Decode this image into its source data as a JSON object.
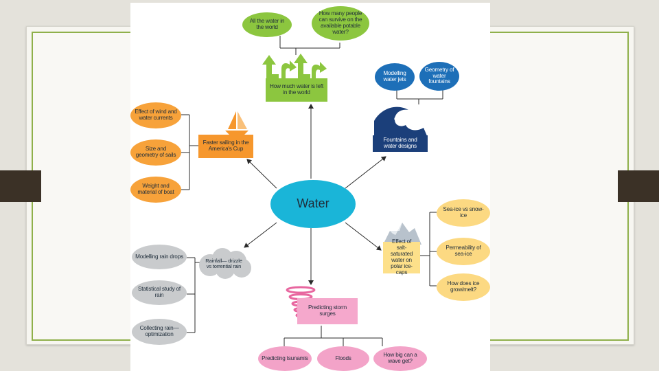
{
  "diagram": {
    "center": "Water",
    "top": {
      "box": "How much water is left in the world",
      "children": [
        "All the water in the world",
        "How many people can survive on the available potable water?"
      ]
    },
    "top_right": {
      "box": "Fountains and water designs",
      "children": [
        "Modelling water jets",
        "Geometry of water fountains"
      ]
    },
    "left": {
      "box": "Faster sailing in the America's Cup",
      "children": [
        "Effect of wind and water currents",
        "Size and geometry of sails",
        "Weight and material of boat"
      ]
    },
    "right": {
      "box": "Effect of salt-saturated water on polar ice-caps",
      "children": [
        "Sea-ice vs snow-ice",
        "Permeability of sea-ice",
        "How does ice grow/melt?"
      ]
    },
    "bottom_left": {
      "cloud": "Rainfall— drizzle vs torrential rain",
      "children": [
        "Modelling rain drops",
        "Statistical study of rain",
        "Collecting rain— optimization"
      ]
    },
    "bottom": {
      "box": "Predicting storm surges",
      "children": [
        "Predicting tsunamis",
        "Floods",
        "How big can a wave get?"
      ]
    }
  },
  "colors": {
    "green": "#8cc63f",
    "blue": "#1d6fb8",
    "orange": "#f6972d",
    "gray": "#c9cbcd",
    "yellow": "#fde08a",
    "pink": "#f5a8cc",
    "center": "#1ab5d8",
    "slide_border": "#8fb04a"
  },
  "icons": [
    "growth-arrows-icon",
    "wave-icon",
    "sailboat-icon",
    "iceberg-icon",
    "tornado-icon",
    "cloud-icon"
  ]
}
